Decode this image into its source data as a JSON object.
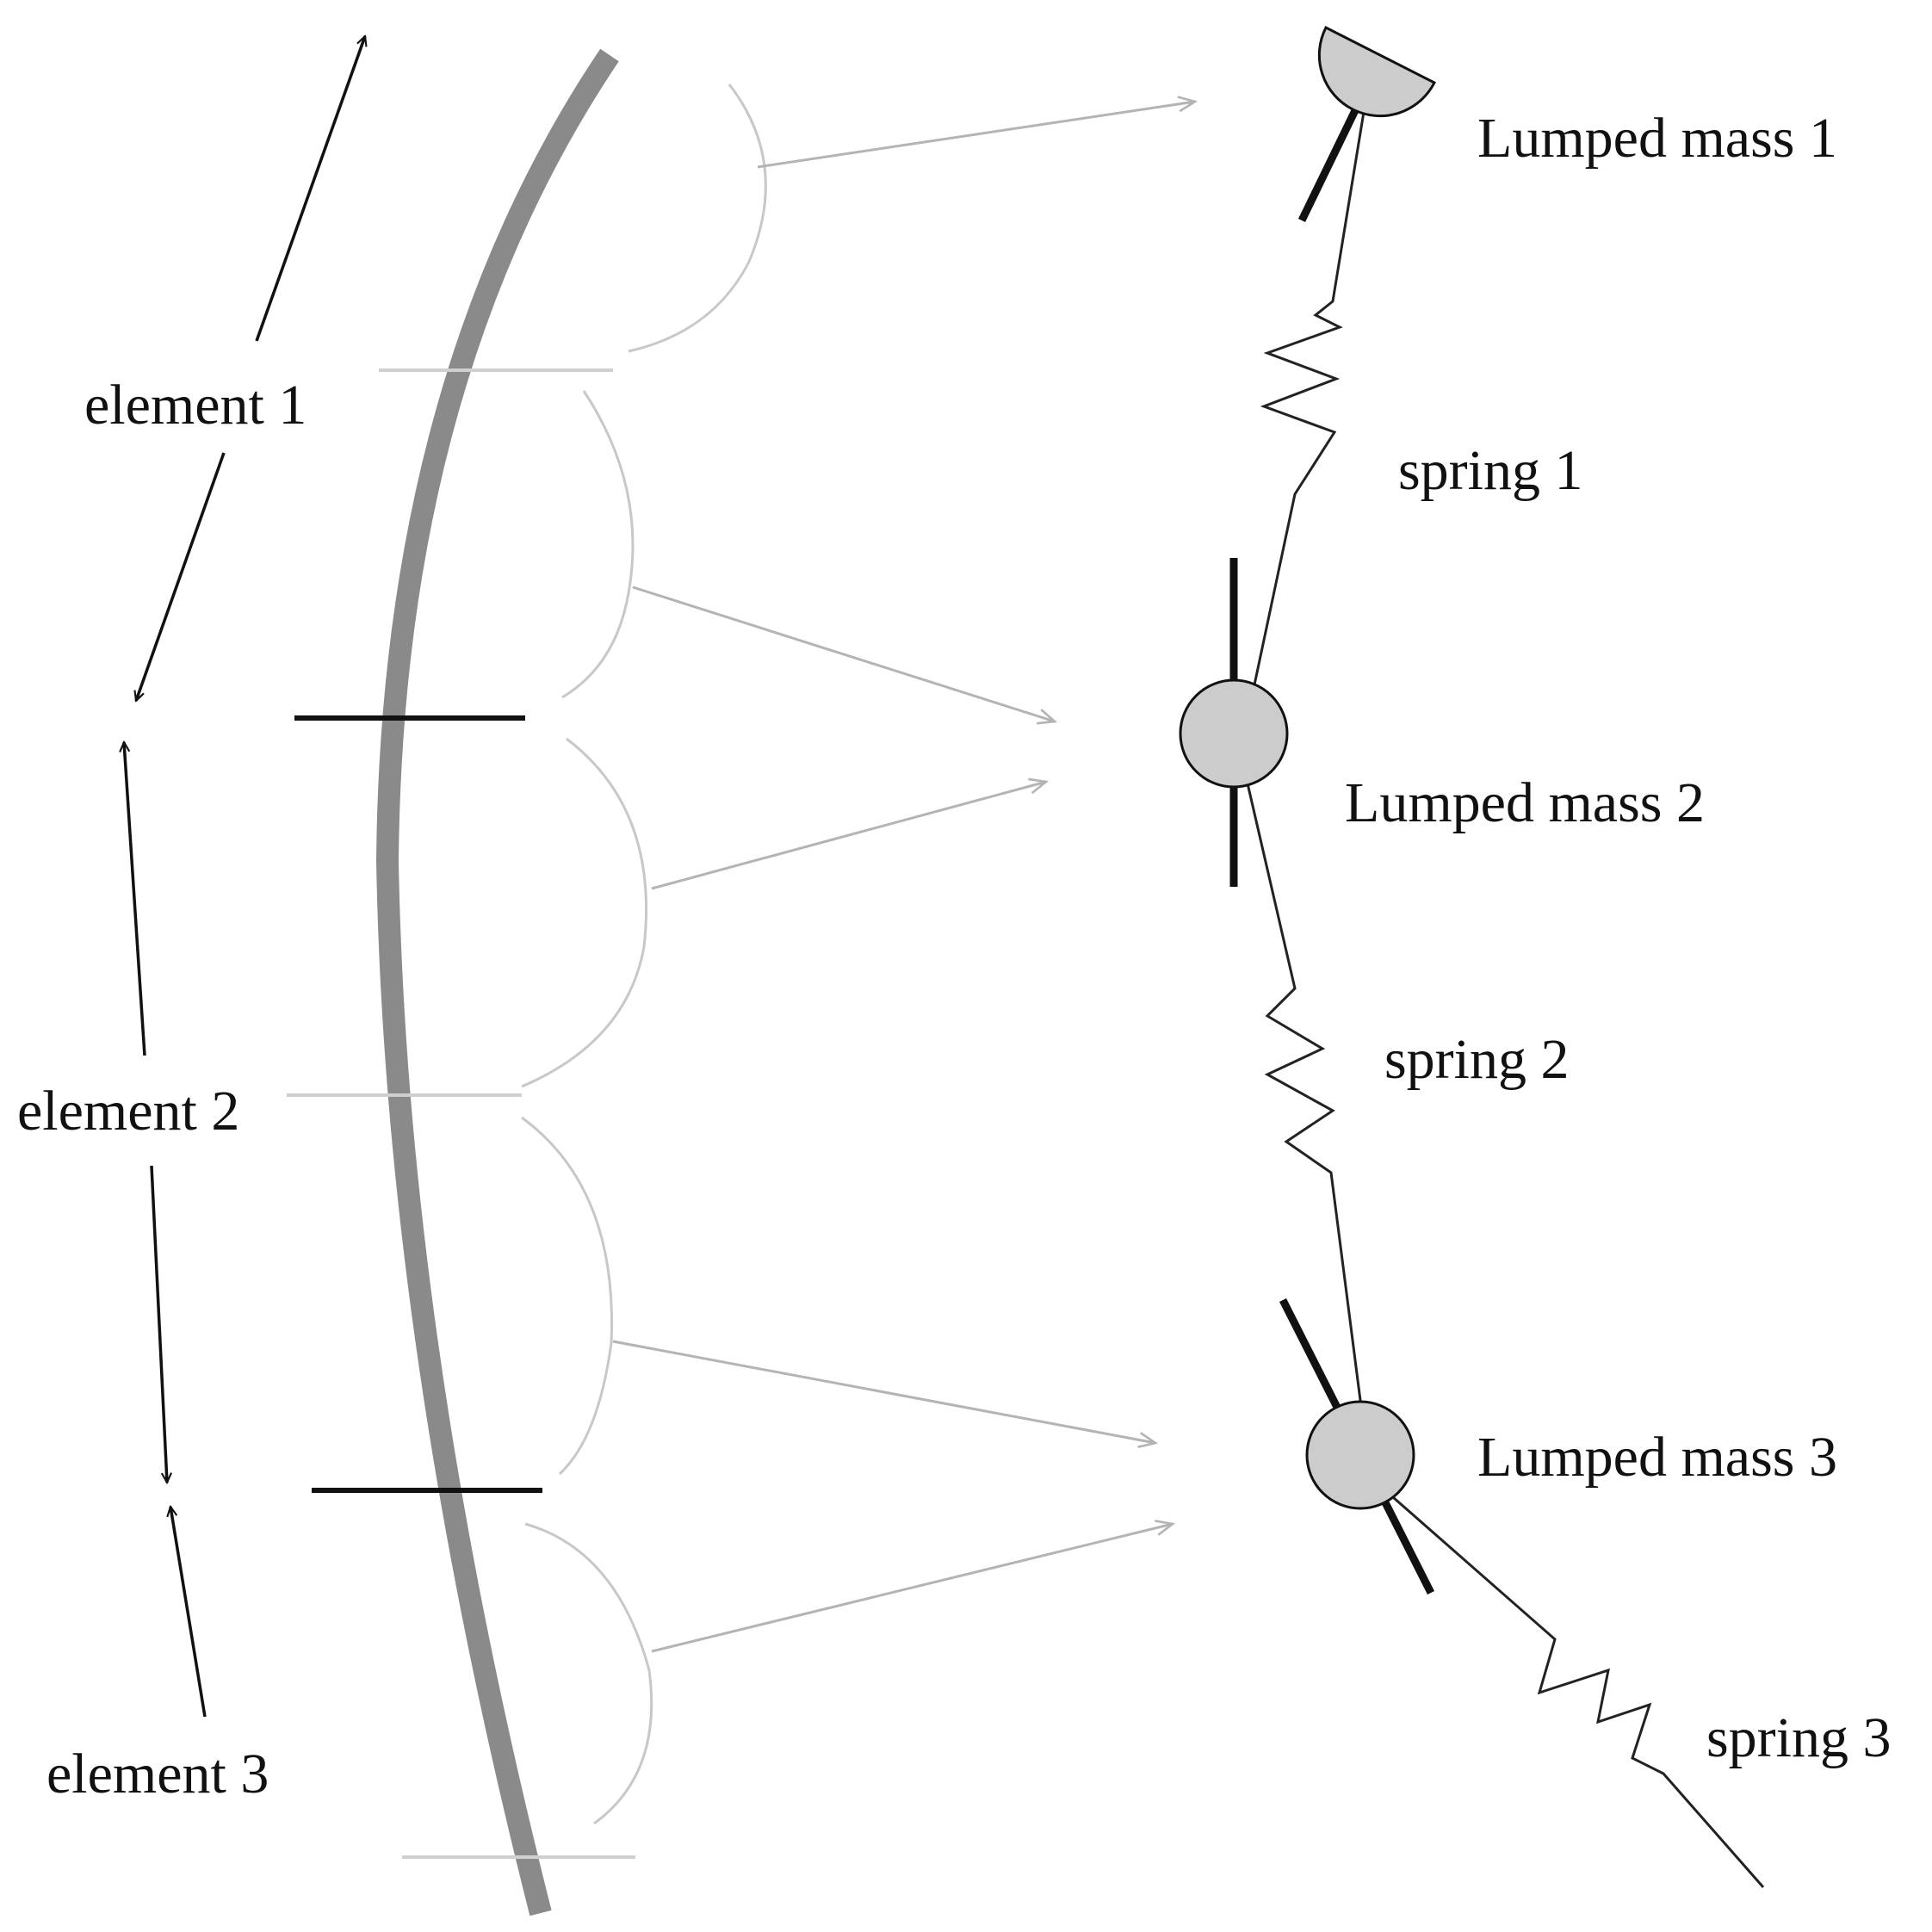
{
  "labels": {
    "element_1": "element 1",
    "element_2": "element 2",
    "element_3": "element 3",
    "lumped_mass_1": "Lumped mass 1",
    "lumped_mass_2": "Lumped mass 2",
    "lumped_mass_3": "Lumped mass 3",
    "spring_1": "spring 1",
    "spring_2": "spring 2",
    "spring_3": "spring 3"
  },
  "colors": {
    "beam": "#8a8a8a",
    "bracket": "#c8c8c8",
    "mapping_arrow": "#b4b4b4",
    "mass_fill": "#cccccc",
    "ink": "#111111"
  }
}
